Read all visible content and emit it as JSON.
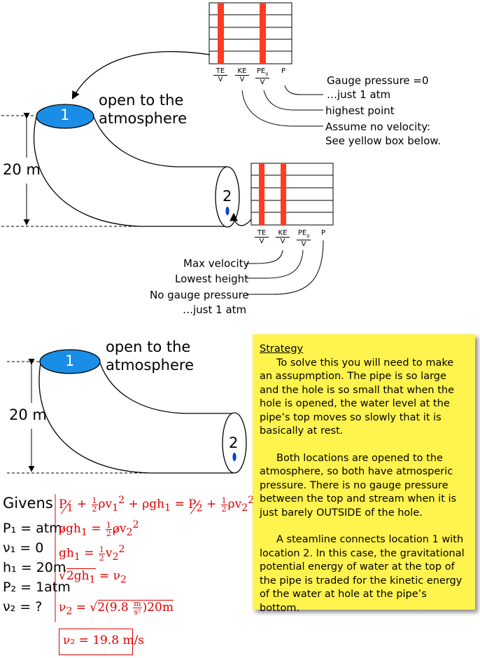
{
  "top_diagram": {
    "point1_label": "1",
    "point2_label": "2",
    "open_text": "open to the atmosphere",
    "height_label": "20 m",
    "upper_bars": {
      "labels": [
        {
          "num": "TE",
          "den": "V"
        },
        {
          "num": "KE",
          "den": "V"
        },
        {
          "num": "PE",
          "sub": "g",
          "den": "V"
        },
        {
          "num": "P",
          "den": ""
        }
      ],
      "levels": {
        "TE": 1.0,
        "KE": 0.0,
        "PE_g": 1.0,
        "P": 0.0
      }
    },
    "upper_notes": [
      "Gauge pressure =0",
      "…just 1 atm",
      "highest point",
      "Assume no velocity:",
      "See yellow box below."
    ],
    "lower_bars": {
      "labels": [
        {
          "num": "TE",
          "den": "V"
        },
        {
          "num": "KE",
          "den": "V"
        },
        {
          "num": "PE",
          "sub": "g",
          "den": "V"
        },
        {
          "num": "P",
          "den": ""
        }
      ],
      "levels": {
        "TE": 1.0,
        "KE": 1.0,
        "PE_g": 0.0,
        "P": 0.0
      }
    },
    "lower_notes": [
      "Max velocity",
      "Lowest height",
      "No gauge pressure",
      "…just 1 atm"
    ]
  },
  "bottom_diagram": {
    "point1_label": "1",
    "point2_label": "2",
    "open_text": "open to the atmosphere",
    "height_label": "20 m"
  },
  "givens": {
    "title": "Givens",
    "items": [
      "P₁ = atm",
      "ν₁ = 0",
      "h₁ = 20m",
      "P₂ = 1atm",
      "ν₂ = ?"
    ],
    "result": "ν₂ = 19.8 m/s"
  },
  "strategy": {
    "heading": "Strategy",
    "paragraphs": [
      "To solve this you will need to make an assupmption. The pipe is so large and the hole is so small that when the hole is opened, the water level at the pipe’s top moves so slowly that it is basically at rest.",
      "Both locations are opened to the atmosphere, so both have atmosperic pressure. There is no gauge pressure between the top and stream when it is just barely OUTSIDE of the hole.",
      "A steamline connects location 1 with location 2. In this case, the gravitational potential energy of water at the top of the pipe is traded for the kinetic energy of the water at hole at the pipe’s bottom."
    ]
  },
  "colors": {
    "ellipse_fill": "#1a8de6",
    "bar_red": "#ff3b22",
    "equation_red": "#e00000",
    "strategy_box": "#fff34d"
  }
}
